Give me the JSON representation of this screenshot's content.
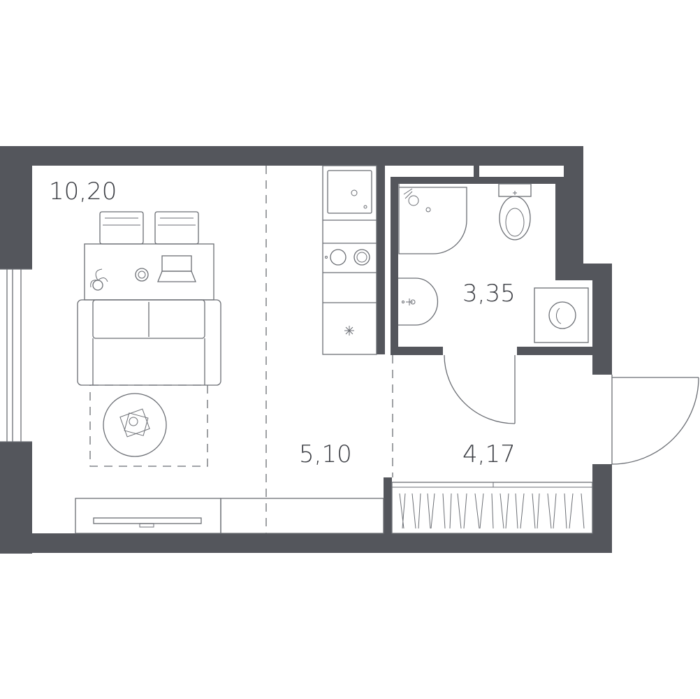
{
  "colors": {
    "wall": "#54565c",
    "line": "#6b6e74",
    "text": "#3a3c42",
    "background": "#ffffff"
  },
  "rooms": [
    {
      "id": "living-room",
      "area": "10,20"
    },
    {
      "id": "kitchen",
      "area": "5,10"
    },
    {
      "id": "bathroom",
      "area": "3,35"
    },
    {
      "id": "hallway",
      "area": "4,17"
    }
  ],
  "icons": [
    "chair-icon",
    "table-icon",
    "plant-icon",
    "cup-icon",
    "laptop-icon",
    "sofa-icon",
    "rug-icon",
    "coffee-table-icon",
    "tv-icon",
    "sink-icon",
    "stove-icon",
    "fridge-icon",
    "shower-icon",
    "toilet-icon",
    "washbasin-icon",
    "washing-machine-icon",
    "door-icon",
    "wardrobe-icon",
    "window-icon"
  ]
}
